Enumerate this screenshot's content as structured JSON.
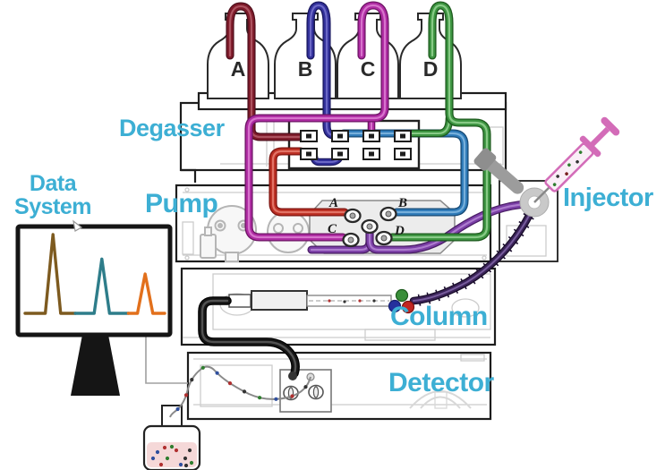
{
  "labels": {
    "degasser": "Degasser",
    "pump": "Pump",
    "injector": "Injector",
    "column": "Column",
    "detector": "Detector",
    "data_system_line1": "Data",
    "data_system_line2": "System"
  },
  "bottles": [
    {
      "label": "A"
    },
    {
      "label": "B"
    },
    {
      "label": "C"
    },
    {
      "label": "D"
    }
  ],
  "pump_ports": [
    {
      "label": "A"
    },
    {
      "label": "B"
    },
    {
      "label": "C"
    },
    {
      "label": "D"
    }
  ],
  "colors": {
    "label_text": "#3dafd4",
    "letter_text": "#2a2a2a",
    "module_outline": "#1d1d1d",
    "panel_detail": "#cccccc",
    "tubes": {
      "a_supply": {
        "dark": "#4f0f1c",
        "main": "#7e1b2a",
        "light": "#b05562"
      },
      "a_out": {
        "dark": "#7e1410",
        "main": "#bb2f23",
        "light": "#e4776a"
      },
      "b_supply": {
        "dark": "#191760",
        "main": "#32309a",
        "light": "#6f6cc8"
      },
      "b_out": {
        "dark": "#174a75",
        "main": "#2e7ab8",
        "light": "#7ab2dc"
      },
      "c_main": {
        "dark": "#6d1464",
        "main": "#ae2ba2",
        "light": "#d977cf"
      },
      "d_main": {
        "dark": "#1d5a1d",
        "main": "#3c9440",
        "light": "#8ccc8a"
      },
      "mixed": {
        "dark": "#4a1d66",
        "main": "#7b3fa6",
        "light": "#b07fd0"
      },
      "sample": {
        "dark": "#180b28",
        "main": "#3a2358",
        "light": "#7a5fa0"
      },
      "to_detector": {
        "dark": "#000000",
        "main": "#161616",
        "light": "#555555"
      }
    },
    "sample_ticks": "#1d1030",
    "waste_line": "#8a8a8a",
    "syringe_pink": "#d36cb8",
    "syringe_pink_dark": "#b04a96",
    "valve_gray": "#c9c9c9",
    "lever_gray": "#9c9c9c",
    "waste_liquid": "#f5d8d8"
  },
  "chart_data": {
    "type": "line",
    "title": "Chromatogram shown on Data System monitor",
    "xlabel": "",
    "ylabel": "",
    "axes_visible": false,
    "gridlines": false,
    "peak_half_width": 0.055,
    "segment_bounds": [
      0.36,
      0.74,
      1.0
    ],
    "peaks": [
      {
        "name": "peak-1",
        "color": "#7d5a1f",
        "position": 0.2,
        "relative_height": 1.0
      },
      {
        "name": "peak-2",
        "color": "#2e7d8a",
        "position": 0.55,
        "relative_height": 0.69
      },
      {
        "name": "peak-3",
        "color": "#e2701c",
        "position": 0.86,
        "relative_height": 0.5
      }
    ]
  },
  "column_end_dots": {
    "green": "#3a8f3a",
    "blue": "#25309d",
    "red": "#c22622"
  },
  "column_specks": [
    "#b03030",
    "#333333",
    "#b03030",
    "#333333"
  ],
  "syringe_dots": [
    "#2f7e2f",
    "#333333",
    "#2f7e2f",
    "#7a2020",
    "#333333",
    "#2f7e2f"
  ],
  "waste_tube_dots": [
    "#333333",
    "#b03030",
    "#2f4f9e",
    "#2f7e2f",
    "#333333",
    "#b03030",
    "#2f4f9e",
    "#2f7e2f",
    "#333333",
    "#b03030",
    "#2f4f9e"
  ],
  "waste_bottle_dots": [
    "#2f4f9e",
    "#2f7e2f",
    "#b03030",
    "#333333",
    "#2f7e2f",
    "#2f4f9e",
    "#b03030",
    "#333333",
    "#2f4f9e",
    "#2f7e2f",
    "#b03030",
    "#333333"
  ]
}
